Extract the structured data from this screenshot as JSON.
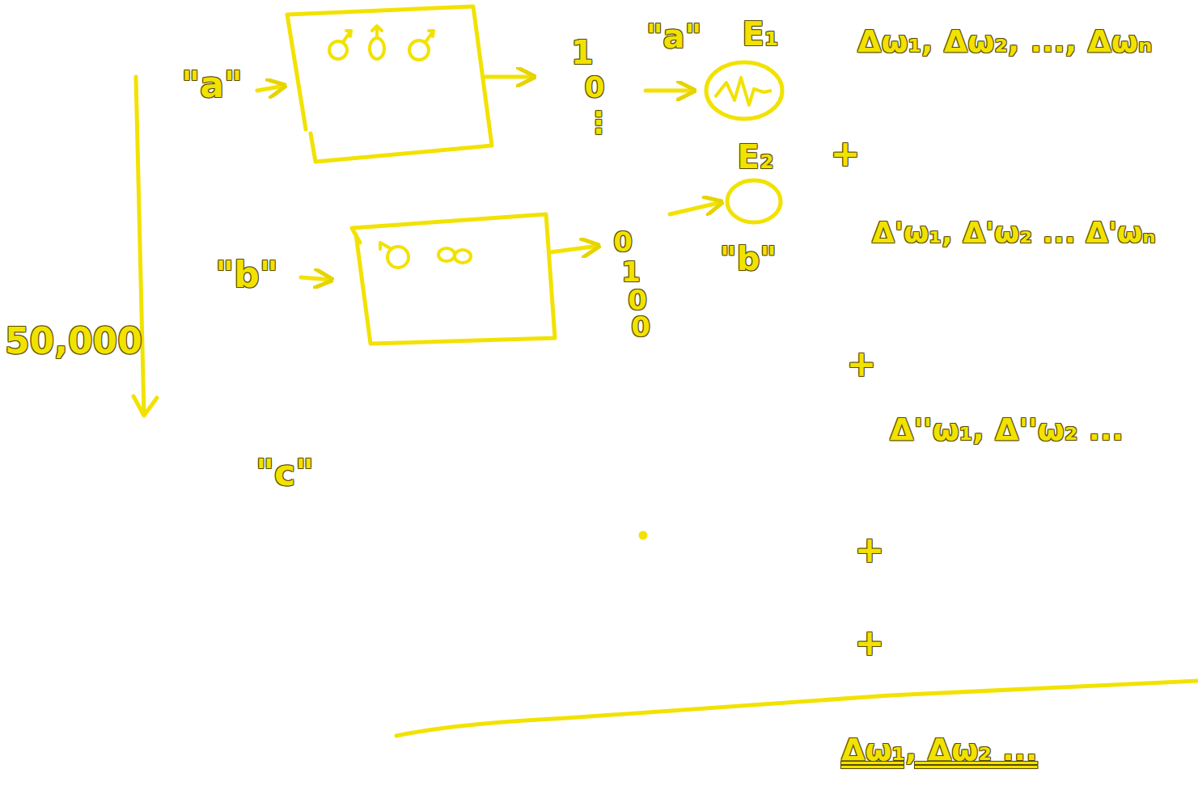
{
  "diagram": {
    "nodes": [
      {
        "text": [
          "E₁"
        ]
      },
      {
        "text": [
          "E₂"
        ]
      }
    ],
    "labels": [
      "\"a\"",
      "50,000",
      "1",
      "0",
      "⋮",
      "\"a\"",
      "Δω₁, Δω₂, ..., Δωₙ",
      "+",
      "\"b\"",
      "0",
      "1",
      "0",
      "0",
      "\"b\"",
      "Δ'ω₁, Δ'ω₂ ... Δ'ωₙ",
      "+",
      "Δ''ω₁, Δ''ω₂ ...",
      "\"c\"",
      "+",
      "+",
      "Δω₁, Δω₂ ..."
    ]
  }
}
